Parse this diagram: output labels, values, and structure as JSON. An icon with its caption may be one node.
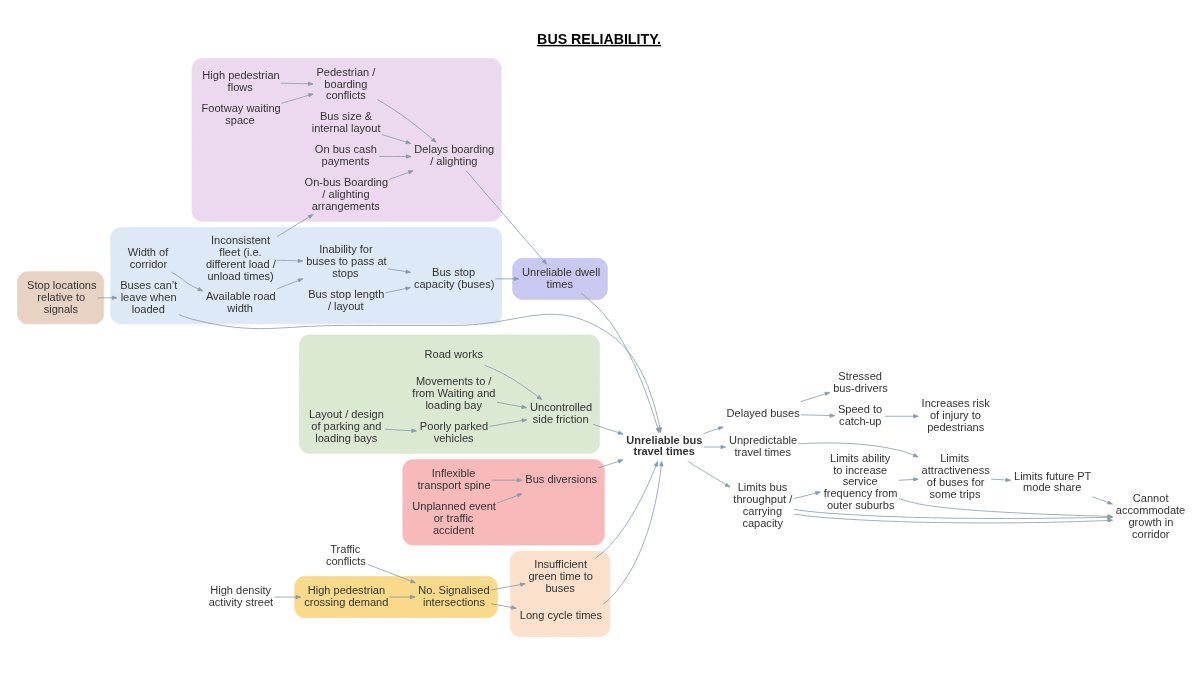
{
  "diagram": {
    "title": "BUS RELIABILITY.",
    "nodes": [
      {
        "text": [],
        "shape": "cloud"
      },
      {
        "text": [
          "High density activity street"
        ]
      },
      {
        "text": [
          "High pedestrian crossing demand"
        ],
        "in": 0
      },
      {
        "text": [
          "Traffic conflicts"
        ]
      },
      {
        "text": [
          "No. Signalised intersections"
        ],
        "in": 0
      },
      {
        "text": [],
        "shape": "cloud"
      },
      {
        "text": [
          "Insufficient green time to buses"
        ],
        "in": 5
      },
      {
        "text": [
          "Long cycle times"
        ],
        "in": 5
      },
      {
        "text": [],
        "shape": "cloud"
      },
      {
        "text": [
          "Width of corridor"
        ],
        "in": 8
      },
      {
        "text": [
          "Available road width"
        ],
        "in": 8
      },
      {
        "text": [],
        "shape": "cloud"
      },
      {
        "text": [
          "Stop locations relative to signals"
        ],
        "in": 11
      },
      {
        "text": [
          "Buses can’t leave when loaded"
        ],
        "in": 8
      },
      {
        "text": [
          "Unreliable bus travel times"
        ]
      },
      {
        "text": [
          "Inconsistent fleet (i.e. different load / unload times)"
        ],
        "in": 8
      },
      {
        "text": [
          "Inability for buses to pass at stops"
        ],
        "in": 8
      },
      {
        "text": [
          "Bus stop length / layout"
        ],
        "in": 8
      },
      {
        "text": [
          "Bus stop capacity (buses)"
        ],
        "in": 8
      },
      {
        "text": [],
        "shape": "cloud"
      },
      {
        "text": [
          "Unreliable dwell times"
        ],
        "in": 19
      },
      {
        "text": [],
        "shape": "cloud"
      },
      {
        "text": [
          "On-bus Boarding / alighting arrangements"
        ],
        "in": 21
      },
      {
        "text": [
          "Delays boarding / alighting"
        ],
        "in": 21
      },
      {
        "text": [
          "Bus size & internal layout"
        ],
        "in": 21
      },
      {
        "text": [
          "On bus cash payments"
        ],
        "in": 21
      },
      {
        "text": [
          "Pedestrian / boarding conflicts"
        ],
        "in": 21
      },
      {
        "text": [
          "High pedestrian flows"
        ],
        "in": 21
      },
      {
        "text": [
          "Footway waiting space"
        ],
        "in": 21
      },
      {
        "text": [],
        "shape": "cloud"
      },
      {
        "text": [
          "Uncontrolled side friction"
        ],
        "in": 29
      },
      {
        "text": [
          "Road works"
        ],
        "in": 29
      },
      {
        "text": [
          "Poorly parked vehicles"
        ],
        "in": 29
      },
      {
        "text": [
          "Movements to / from Waiting and loading bay"
        ],
        "in": 29
      },
      {
        "text": [
          "Layout / design of parking and loading bays"
        ],
        "in": 29
      },
      {
        "text": [],
        "shape": "cloud"
      },
      {
        "text": [
          "Bus diversions"
        ],
        "in": 35
      },
      {
        "text": [
          "Inflexible transport spine"
        ],
        "in": 35
      },
      {
        "text": [
          "Unplanned event or traffic accident"
        ],
        "in": 35
      },
      {
        "text": [
          "Stressed bus-drivers"
        ]
      },
      {
        "text": [
          "Delayed buses"
        ]
      },
      {
        "text": [
          "Speed to catch-up"
        ]
      },
      {
        "text": [
          "Increases risk of injury to pedestrians"
        ]
      },
      {
        "text": [
          "Unpredictable travel times"
        ]
      },
      {
        "text": [
          "Limits attractiveness of buses for some trips"
        ]
      },
      {
        "text": [
          "Limits future PT mode share"
        ]
      },
      {
        "text": [
          "Limits bus throughput / carrying capacity"
        ]
      },
      {
        "text": [
          "Limits ability to increase service frequency from outer suburbs"
        ]
      },
      {
        "text": [
          "Cannot accommodate growth in corridor"
        ]
      }
    ],
    "edges": [
      {
        "from": 1,
        "to": 2,
        "arrow": "to"
      },
      {
        "from": 2,
        "to": 4,
        "arrow": "to"
      },
      {
        "from": 3,
        "to": 4,
        "arrow": "to"
      },
      {
        "from": 4,
        "to": 6,
        "arrow": "to"
      },
      {
        "from": 4,
        "to": 7,
        "arrow": "to"
      },
      {
        "from": 6,
        "to": 14,
        "arrow": "to"
      },
      {
        "from": 7,
        "to": 14,
        "arrow": "to"
      },
      {
        "from": 12,
        "to": 13,
        "arrow": "to"
      },
      {
        "from": 13,
        "to": 14,
        "arrow": "to"
      },
      {
        "from": 9,
        "to": 10,
        "arrow": "to"
      },
      {
        "from": 10,
        "to": 16,
        "arrow": "to"
      },
      {
        "from": 15,
        "to": 16,
        "arrow": "to"
      },
      {
        "from": 15,
        "to": 22,
        "arrow": "to"
      },
      {
        "from": 16,
        "to": 18,
        "arrow": "to"
      },
      {
        "from": 17,
        "to": 18,
        "arrow": "to"
      },
      {
        "from": 18,
        "to": 20,
        "arrow": "to"
      },
      {
        "from": 23,
        "to": 20,
        "arrow": "to"
      },
      {
        "from": 20,
        "to": 14,
        "arrow": "to"
      },
      {
        "from": 22,
        "to": 23,
        "arrow": "to"
      },
      {
        "from": 24,
        "to": 23,
        "arrow": "to"
      },
      {
        "from": 25,
        "to": 23,
        "arrow": "to"
      },
      {
        "from": 26,
        "to": 23,
        "arrow": "to"
      },
      {
        "from": 27,
        "to": 26,
        "arrow": "to"
      },
      {
        "from": 28,
        "to": 26,
        "arrow": "to"
      },
      {
        "from": 31,
        "to": 30,
        "arrow": "to"
      },
      {
        "from": 33,
        "to": 30,
        "arrow": "to"
      },
      {
        "from": 32,
        "to": 30,
        "arrow": "to"
      },
      {
        "from": 34,
        "to": 32,
        "arrow": "to"
      },
      {
        "from": 30,
        "to": 14,
        "arrow": "to"
      },
      {
        "from": 36,
        "to": 14,
        "arrow": "to"
      },
      {
        "from": 37,
        "to": 36,
        "arrow": "to"
      },
      {
        "from": 38,
        "to": 36,
        "arrow": "to"
      },
      {
        "from": 14,
        "to": 40,
        "arrow": "to"
      },
      {
        "from": 14,
        "to": 43,
        "arrow": "to"
      },
      {
        "from": 14,
        "to": 46,
        "arrow": "to"
      },
      {
        "from": 40,
        "to": 39,
        "arrow": "to"
      },
      {
        "from": 40,
        "to": 41,
        "arrow": "to"
      },
      {
        "from": 41,
        "to": 42,
        "arrow": "to"
      },
      {
        "from": 43,
        "to": 44,
        "arrow": "to"
      },
      {
        "from": 44,
        "to": 45,
        "arrow": "to"
      },
      {
        "from": 47,
        "to": 44,
        "arrow": "to"
      },
      {
        "from": 46,
        "to": 47,
        "arrow": "to"
      },
      {
        "from": 46,
        "to": 48,
        "arrow": "to"
      },
      {
        "from": 46,
        "to": 48,
        "arrow": "to"
      },
      {
        "from": 47,
        "to": 48,
        "arrow": "to"
      },
      {
        "from": 45,
        "to": 48,
        "arrow": "to"
      }
    ]
  }
}
